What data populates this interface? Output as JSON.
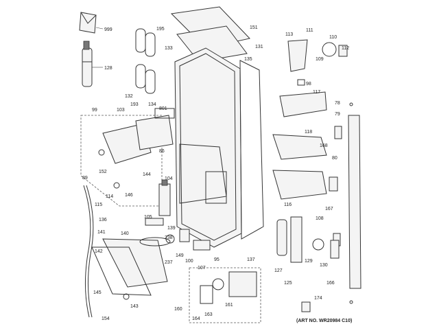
{
  "diagram": {
    "art_number": "(ART NO. WR20984 C10)",
    "callouts": [
      "999",
      "128",
      "195",
      "151",
      "131",
      "133",
      "135",
      "132",
      "134",
      "113",
      "111",
      "110",
      "112",
      "109",
      "98",
      "117",
      "99",
      "103",
      "193",
      "801",
      "86",
      "78",
      "79",
      "118",
      "168",
      "80",
      "152",
      "89",
      "144",
      "146",
      "114",
      "115",
      "104",
      "116",
      "167",
      "136",
      "105",
      "139",
      "141",
      "140",
      "238",
      "149",
      "237",
      "100",
      "107",
      "95",
      "137",
      "127",
      "125",
      "129",
      "130",
      "142",
      "145",
      "143",
      "160",
      "164",
      "163",
      "161",
      "174",
      "166",
      "108",
      "154"
    ]
  }
}
